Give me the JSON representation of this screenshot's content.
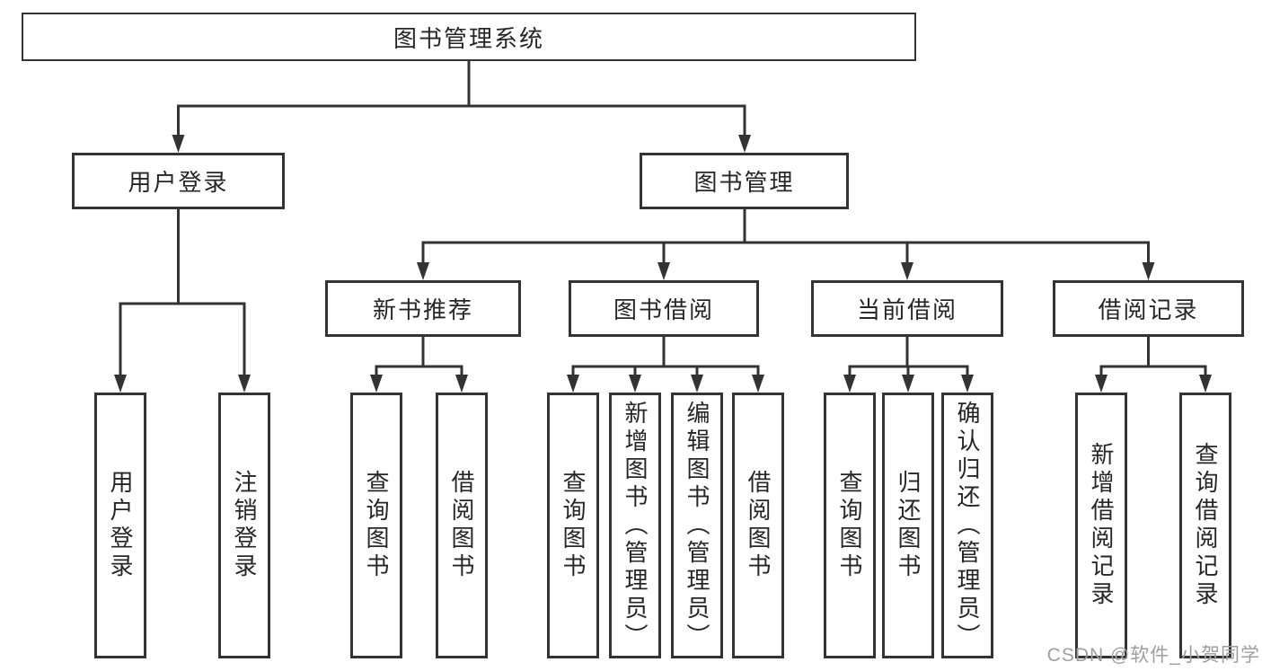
{
  "diagram": {
    "title": "图书管理系统",
    "root": {
      "label": "图书管理系统"
    },
    "level1": [
      {
        "label": "用户登录"
      },
      {
        "label": "图书管理"
      }
    ],
    "level2": [
      {
        "label": "新书推荐",
        "parent": "图书管理"
      },
      {
        "label": "图书借阅",
        "parent": "图书管理"
      },
      {
        "label": "当前借阅",
        "parent": "图书管理"
      },
      {
        "label": "借阅记录",
        "parent": "图书管理"
      }
    ],
    "leaves": [
      {
        "label": "用户登录",
        "parent": "用户登录"
      },
      {
        "label": "注销登录",
        "parent": "用户登录"
      },
      {
        "label": "查询图书",
        "parent": "新书推荐"
      },
      {
        "label": "借阅图书",
        "parent": "新书推荐"
      },
      {
        "label": "查询图书",
        "parent": "图书借阅"
      },
      {
        "label": "新增图书（管理员）",
        "parent": "图书借阅"
      },
      {
        "label": "编辑图书（管理员）",
        "parent": "图书借阅"
      },
      {
        "label": "借阅图书",
        "parent": "图书借阅"
      },
      {
        "label": "查询图书",
        "parent": "当前借阅"
      },
      {
        "label": "归还图书",
        "parent": "当前借阅"
      },
      {
        "label": "确认归还（管理员）",
        "parent": "当前借阅"
      },
      {
        "label": "新增借阅记录",
        "parent": "借阅记录"
      },
      {
        "label": "查询借阅记录",
        "parent": "借阅记录"
      }
    ]
  },
  "watermark": "CSDN @软件_小贺同学",
  "colors": {
    "line": "#333333",
    "box_border": "#333333",
    "text": "#262626",
    "watermark": "#9e9e9e",
    "background": "#ffffff"
  }
}
